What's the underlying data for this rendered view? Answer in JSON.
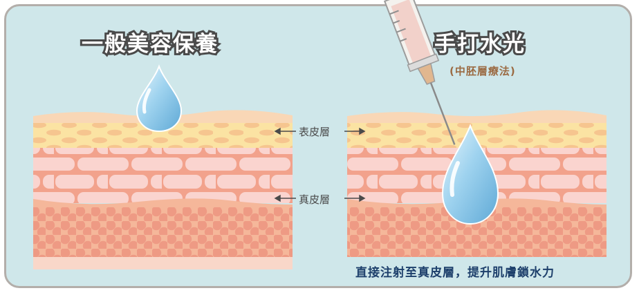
{
  "left_panel": {
    "title": "一般美容保養"
  },
  "right_panel": {
    "title": "手打水光",
    "subtitle": "(中胚層療法)",
    "caption": "直接注射至真皮層，提升肌膚鎖水力"
  },
  "labels": {
    "epidermis": "表皮層",
    "dermis": "真皮層"
  },
  "colors": {
    "background": "#cfe7ea",
    "frame_border": "#b3aeaa",
    "skin_top": "#f9d7b6",
    "epidermis_band": "#fbe3a3",
    "epidermis_cell": "#f6c58f",
    "dermis_base": "#f2a28c",
    "dermis_cell": "#fad4cf",
    "deep_base": "#f5b79a",
    "deep_cell": "#ee9a84",
    "water_drop": "#8fcbec",
    "caption_text": "#1d3f6b",
    "subtitle_text": "#9b6b43"
  },
  "icons": {
    "drop": "water-drop-icon",
    "syringe": "syringe-icon",
    "arrow": "double-arrow-icon"
  }
}
